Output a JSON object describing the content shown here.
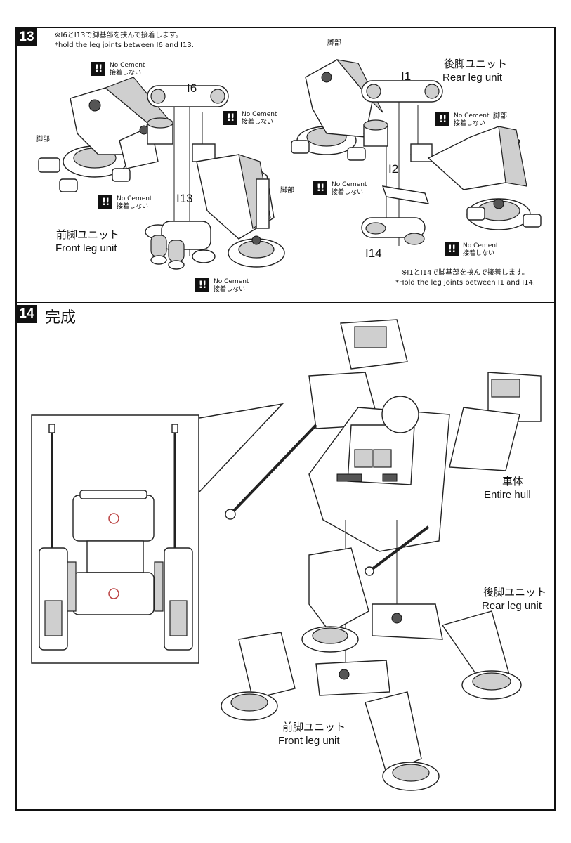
{
  "step13": {
    "number": "13",
    "note_jp": "※I6とI13で脚基部を挟んで接着します。",
    "note_en": "*hold the leg joints between I6 and I13.",
    "note2_jp": "※I1とI14で脚基部を挟んで接着します。",
    "note2_en": "*Hold the leg joints between I1 and I14.",
    "front_unit_jp": "前脚ユニット",
    "front_unit_en": "Front leg unit",
    "rear_unit_jp": "後脚ユニット",
    "rear_unit_en": "Rear leg unit",
    "leg_jp": "脚部",
    "parts": {
      "i6": "I6",
      "i13": "I13",
      "i1": "I1",
      "i2": "I2",
      "i14": "I14"
    },
    "no_cement_en": "No Cement",
    "no_cement_jp": "接着しない",
    "warning_glyph": "!!"
  },
  "step14": {
    "number": "14",
    "title": "完成",
    "hull_jp": "車体",
    "hull_en": "Entire hull",
    "rear_unit_jp": "後脚ユニット",
    "rear_unit_en": "Rear leg unit",
    "front_unit_jp": "前脚ユニット",
    "front_unit_en": "Front leg unit"
  }
}
